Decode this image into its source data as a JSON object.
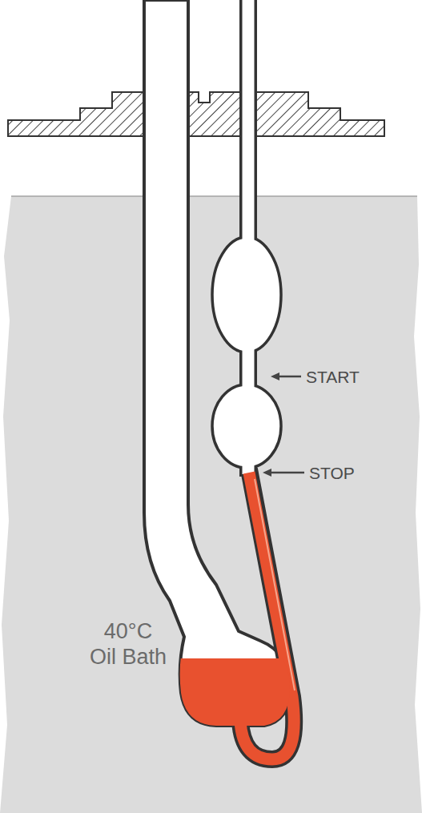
{
  "diagram": {
    "labels": [
      "START",
      "STOP",
      "40°C Oil Bath"
    ]
  }
}
